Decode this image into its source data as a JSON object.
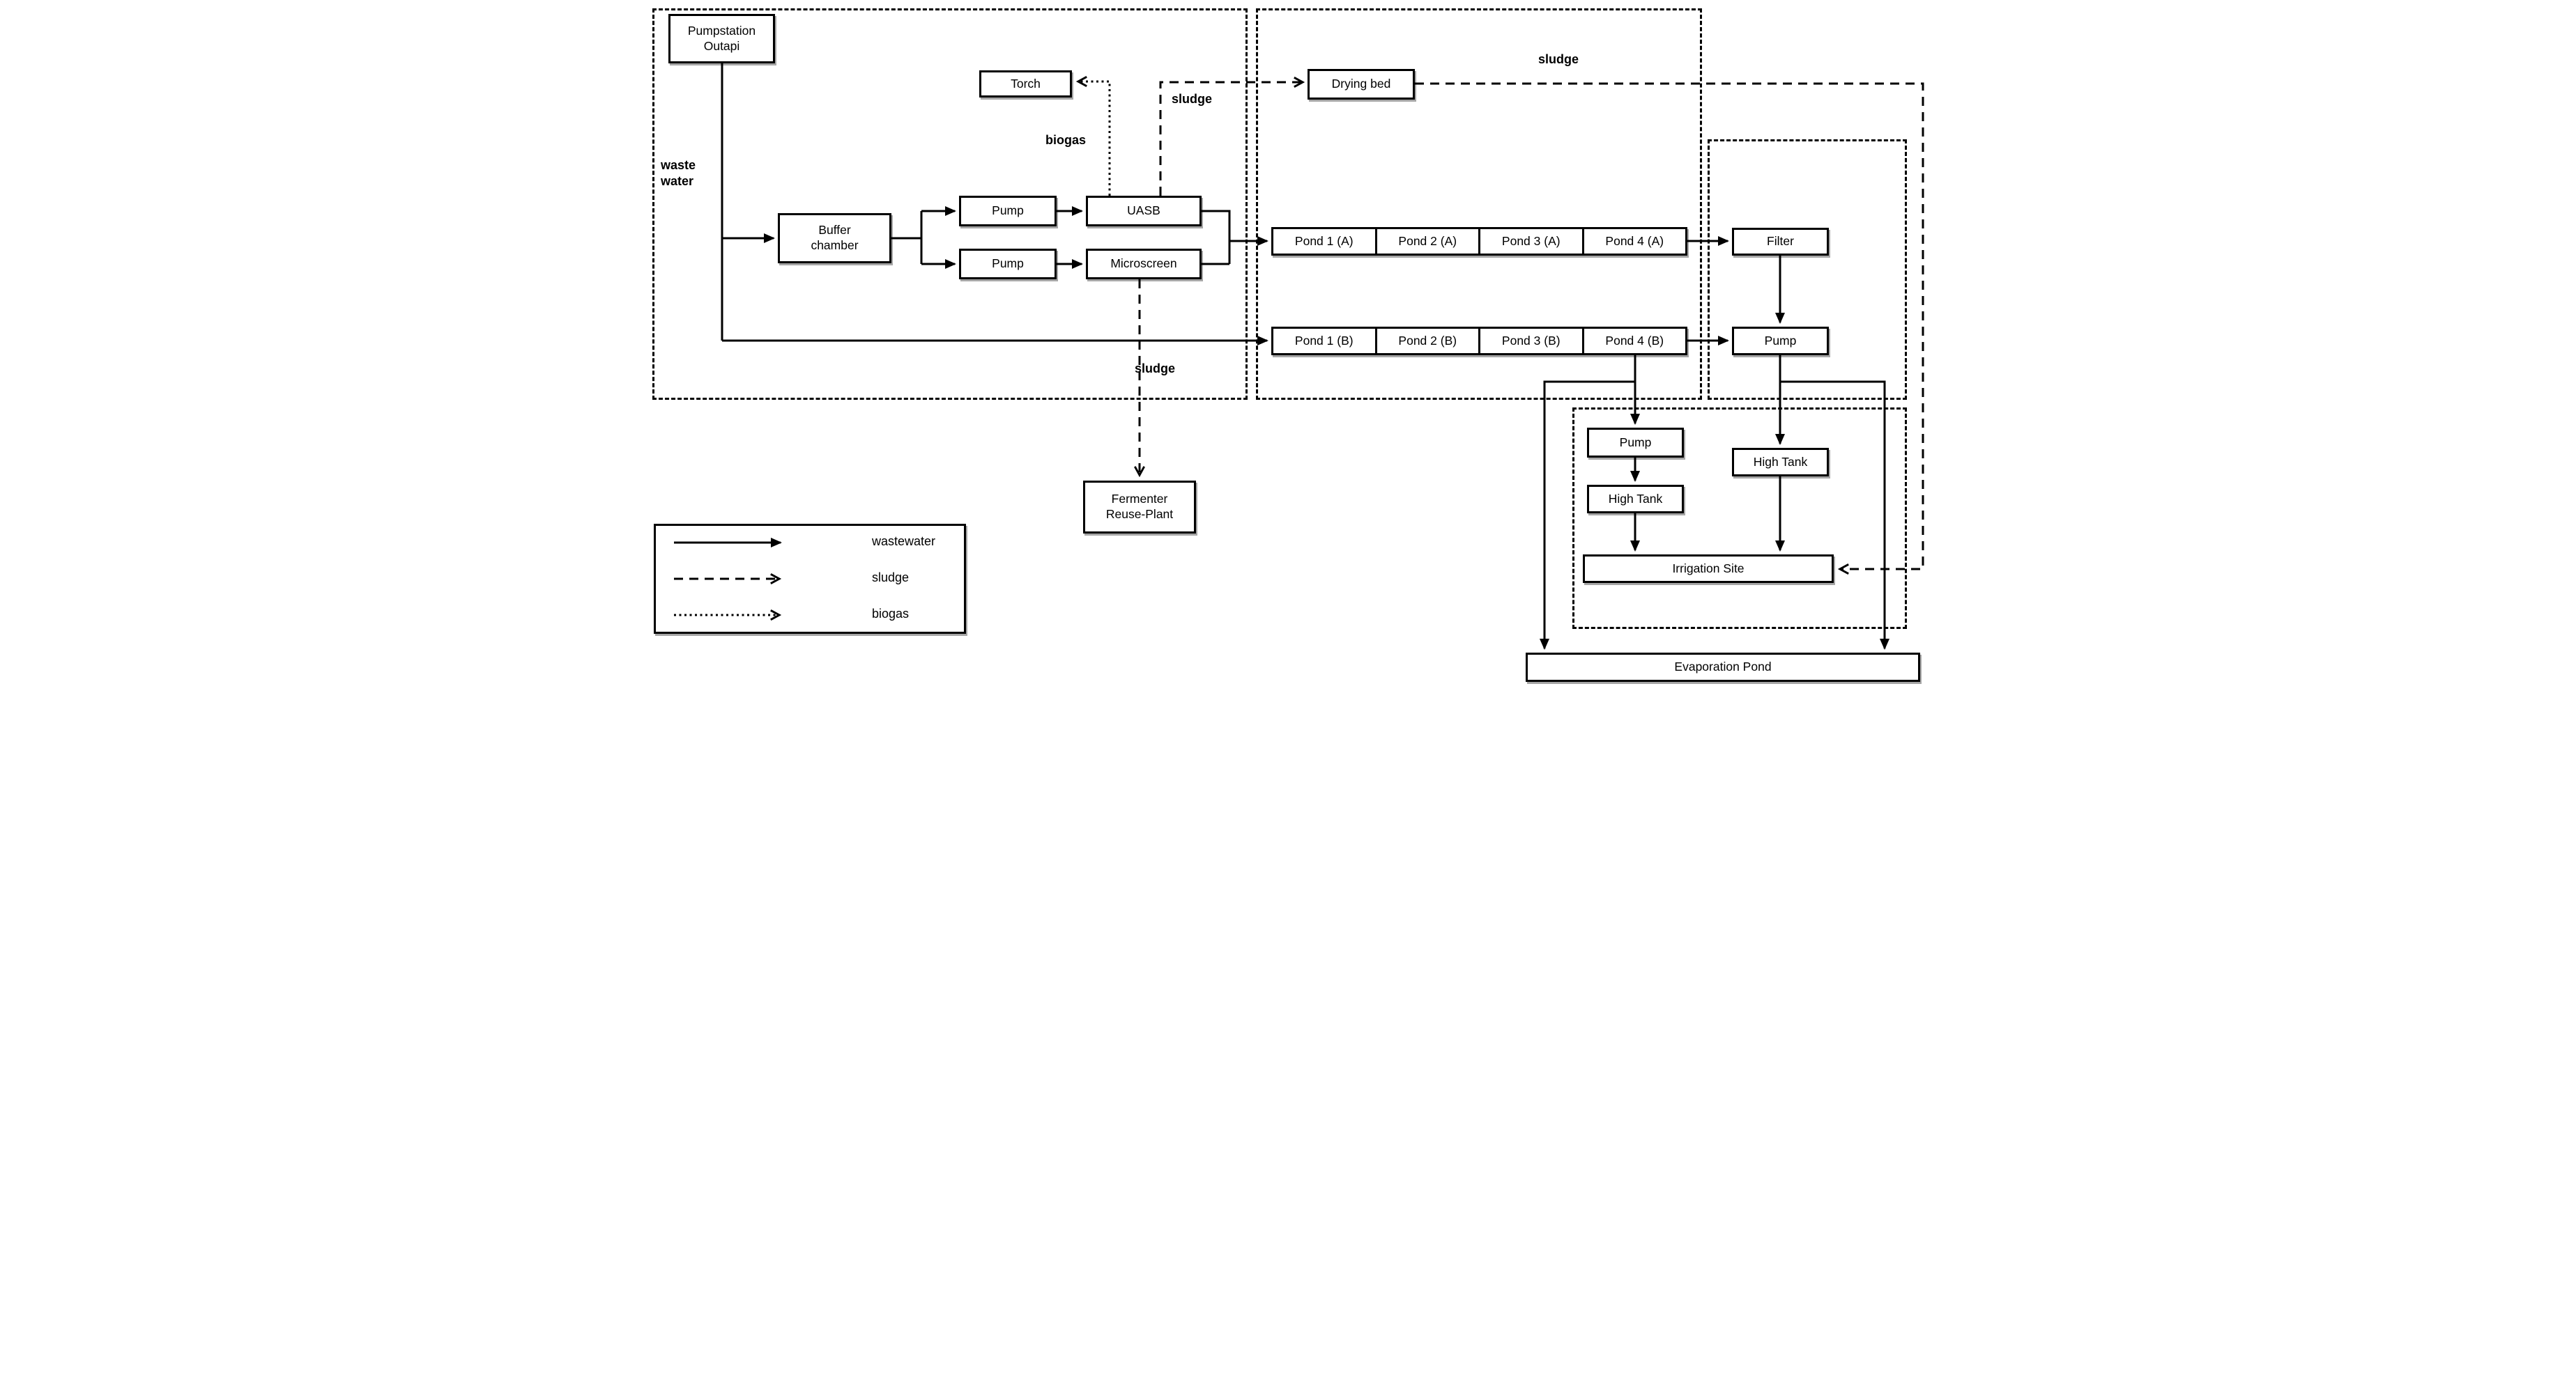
{
  "diagram": {
    "nodes": {
      "pumpstation": "Pumpstation\nOutapi",
      "torch": "Torch",
      "buffer_chamber": "Buffer\nchamber",
      "pump_to_uasb": "Pump",
      "uasb": "UASB",
      "pump_to_microscreen": "Pump",
      "microscreen": "Microscreen",
      "drying_bed": "Drying bed",
      "filter": "Filter",
      "pump_after_filter": "Pump",
      "pump_irrigation": "Pump",
      "high_tank_left": "High Tank",
      "high_tank_right": "High Tank",
      "irrigation_site": "Irrigation Site",
      "evaporation_pond": "Evaporation Pond",
      "fermenter": "Fermenter\nReuse-Plant"
    },
    "ponds_a": [
      "Pond 1 (A)",
      "Pond 2 (A)",
      "Pond 3 (A)",
      "Pond 4 (A)"
    ],
    "ponds_b": [
      "Pond 1 (B)",
      "Pond 2 (B)",
      "Pond 3 (B)",
      "Pond 4 (B)"
    ],
    "flow_labels": {
      "wastewater_input": "waste\nwater",
      "biogas": "biogas",
      "sludge_uasb": "sludge",
      "sludge_drying": "sludge",
      "sludge_microscreen": "sludge"
    }
  },
  "legend": {
    "items": [
      {
        "line_style": "solid",
        "label": "wastewater"
      },
      {
        "line_style": "dashed",
        "label": "sludge"
      },
      {
        "line_style": "dotted",
        "label": "biogas"
      }
    ]
  },
  "colors": {
    "line": "#000000",
    "background": "#ffffff",
    "box_fill": "#ffffff"
  }
}
